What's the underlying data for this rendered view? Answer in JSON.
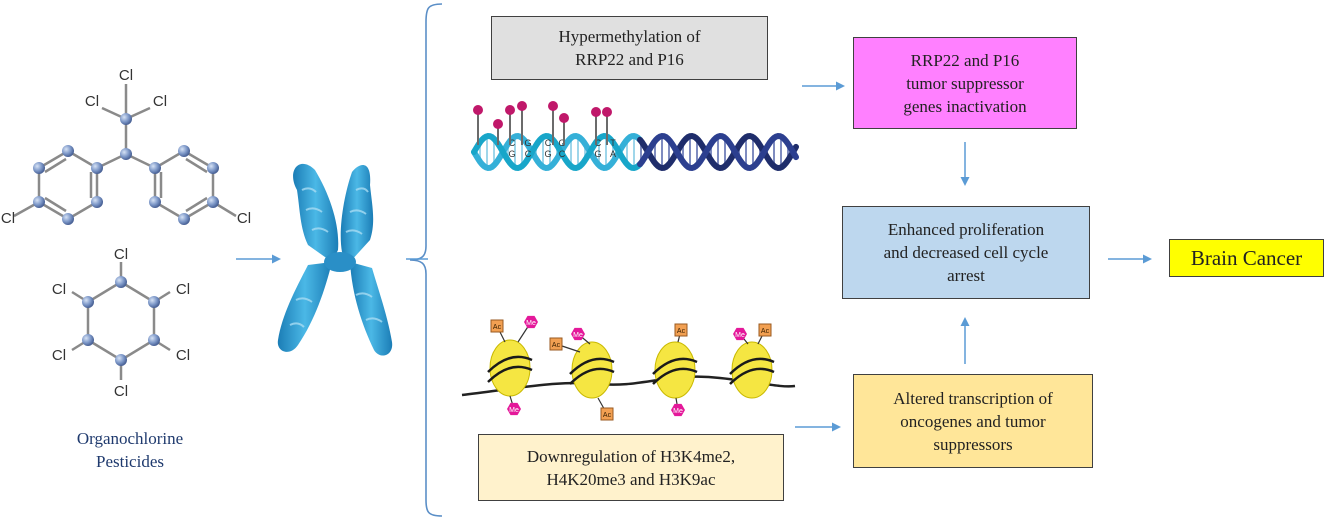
{
  "molecule": {
    "ddt_atoms": [
      "Cl",
      "Cl",
      "Cl",
      "Cl",
      "Cl"
    ],
    "lindane_atoms": [
      "Cl",
      "Cl",
      "Cl",
      "Cl",
      "Cl",
      "Cl"
    ],
    "caption": "Organochlorine\nPesticides"
  },
  "boxes": {
    "hypermethylation": "Hypermethylation  of\nRRP22 and P16",
    "inactivation": "RRP22 and P16\ntumor suppressor\ngenes inactivation",
    "proliferation": "Enhanced proliferation\nand decreased  cell cycle\narrest",
    "cancer": "Brain Cancer",
    "transcription": "Altered transcription of\noncogenes and tumor\nsuppressors",
    "downregulation": "Downregulation of H3K4me2,\nH4K20me3 and H3K9ac"
  },
  "dna": {
    "base_letters": [
      [
        "C",
        "G"
      ],
      [
        "G",
        "C"
      ],
      [
        "C",
        "G"
      ],
      [
        "G",
        "C"
      ],
      [
        "C",
        "G"
      ],
      [
        "T",
        "A"
      ]
    ]
  },
  "histone": {
    "ac_label": "Ac",
    "me_label": "Me"
  },
  "colors": {
    "arrow": "#5b9bd5",
    "hypermethylation_fill": "#e0e0e0",
    "inactivation_fill": "#ff80ff",
    "proliferation_fill": "#bdd7ee",
    "cancer_fill": "#ffff00",
    "transcription_fill": "#ffe699",
    "downregulation_fill": "#fff2cc",
    "chromosome": "#2e9fd6",
    "nucleosome": "#f5e642",
    "me_tag": "#e4189a",
    "ac_tag": "#f2a052",
    "dna_light": "#35b0d8",
    "dna_dark": "#1f2d6b",
    "methyl_pin": "#c0186a",
    "atom": "#7b96c7"
  }
}
